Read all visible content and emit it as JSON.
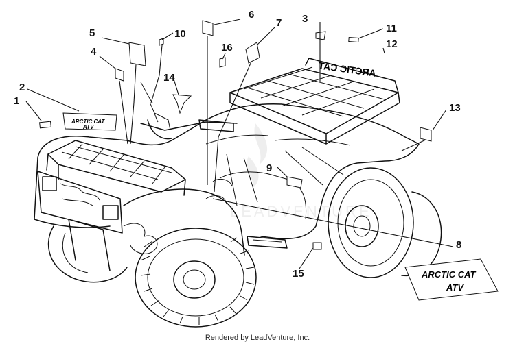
{
  "callouts": {
    "c1": "1",
    "c2": "2",
    "c3": "3",
    "c4": "4",
    "c5": "5",
    "c6": "6",
    "c7": "7",
    "c8": "8",
    "c9": "9",
    "c10": "10",
    "c11": "11",
    "c12": "12",
    "c13": "13",
    "c14": "14",
    "c15": "15",
    "c16": "16"
  },
  "decals": {
    "brand_line1": "ARCTIC CAT",
    "brand_line2": "ATV",
    "rear_fender_mirrored": "ARCTIC CAT"
  },
  "footer": {
    "credit": "Rendered by LeadVenture, Inc."
  },
  "watermark": {
    "text": "LEADVENTURE"
  },
  "colors": {
    "line": "#111111",
    "background": "#ffffff",
    "watermark": "#cfcfcf"
  }
}
